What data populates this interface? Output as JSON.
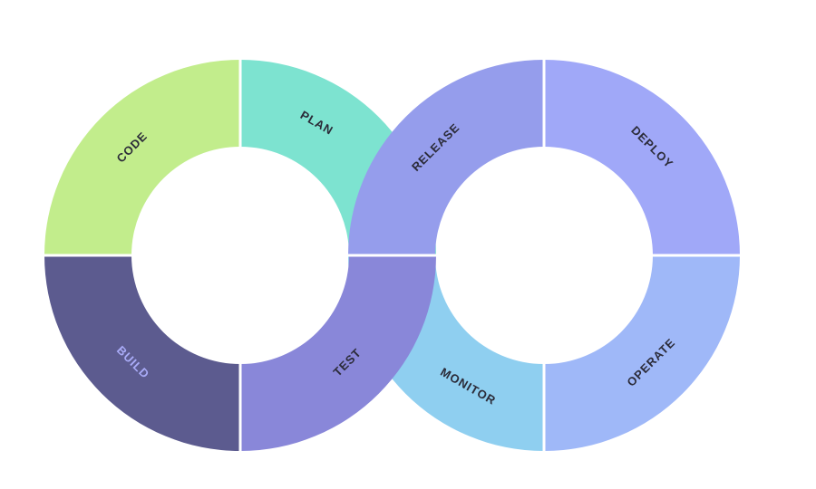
{
  "diagram": {
    "title": "DevOps infinity loop",
    "segments": [
      {
        "id": "code",
        "label": "CODE",
        "color": "#c2ed8c",
        "text_color": "#2b2b38",
        "ring": "left",
        "quadrant": "top-left"
      },
      {
        "id": "plan",
        "label": "PLAN",
        "color": "#7de3d0",
        "text_color": "#2b2b38",
        "ring": "left",
        "quadrant": "top-right"
      },
      {
        "id": "build",
        "label": "BUILD",
        "color": "#5c5b8f",
        "text_color": "#a9abf7",
        "ring": "left",
        "quadrant": "bottom-left"
      },
      {
        "id": "monitor",
        "label": "MONITOR",
        "color": "#8fcff0",
        "text_color": "#2b2b38",
        "ring": "right",
        "quadrant": "bottom-left"
      },
      {
        "id": "release",
        "label": "RELEASE",
        "color": "#959dec",
        "text_color": "#2b2b38",
        "ring": "right",
        "quadrant": "top-left"
      },
      {
        "id": "test",
        "label": "TEST",
        "color": "#8987d9",
        "text_color": "#2b2b38",
        "ring": "left",
        "quadrant": "bottom-right"
      },
      {
        "id": "deploy",
        "label": "DEPLOY",
        "color": "#a0a8f8",
        "text_color": "#2b2b38",
        "ring": "right",
        "quadrant": "top-right"
      },
      {
        "id": "operate",
        "label": "OPERATE",
        "color": "#9fb8f8",
        "text_color": "#2b2b38",
        "ring": "right",
        "quadrant": "bottom-right"
      }
    ]
  }
}
